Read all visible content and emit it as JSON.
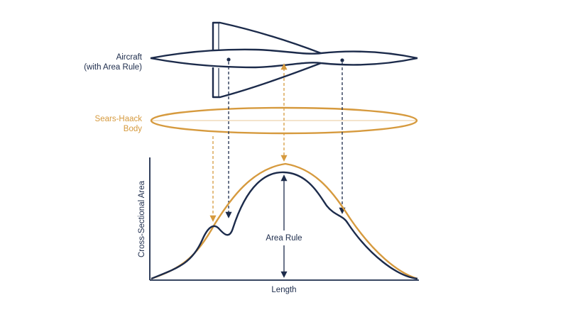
{
  "labels": {
    "aircraft_line1": "Aircraft",
    "aircraft_line2": "(with Area Rule)",
    "sears_haack_line1": "Sears-Haack",
    "sears_haack_line2": "Body",
    "y_axis": "Cross-Sectional Area",
    "x_axis": "Length",
    "area_rule": "Area Rule"
  },
  "colors": {
    "navy": "#1c2b4b",
    "gold": "#d69a3e",
    "background": "#ffffff"
  }
}
